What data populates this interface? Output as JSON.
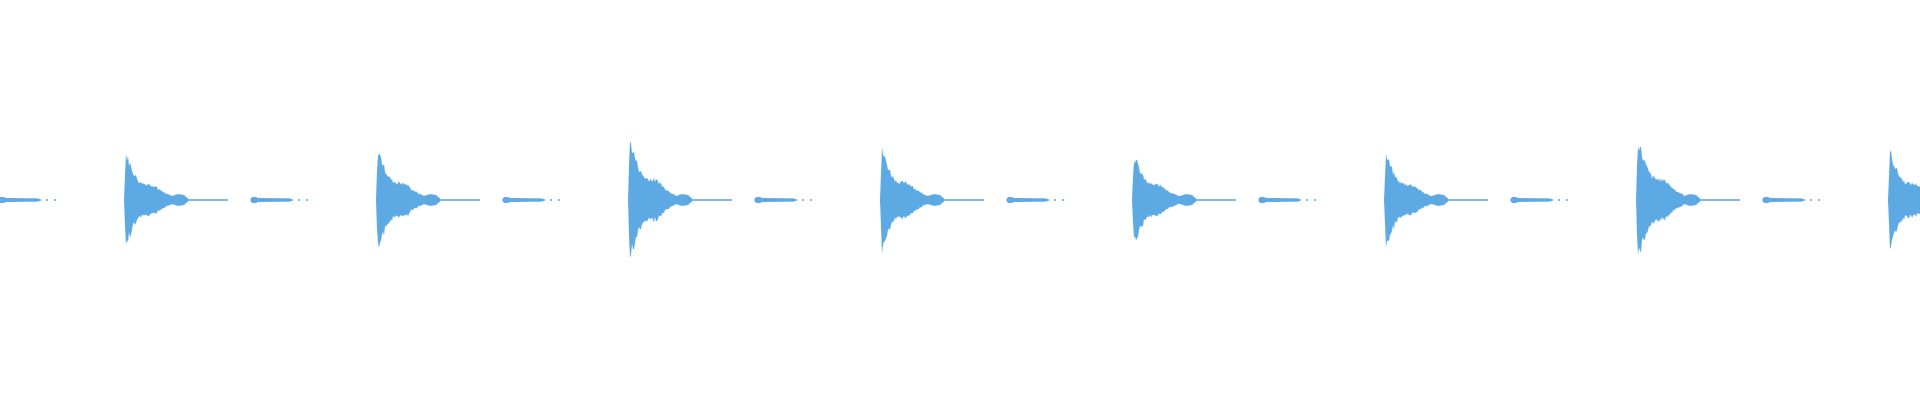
{
  "waveform": {
    "color": "#5DA9E3",
    "background": "#ffffff",
    "beats": [
      {
        "index": 0,
        "amplitude": 0.36,
        "partial": true
      },
      {
        "index": 1,
        "amplitude": 0.78
      },
      {
        "index": 2,
        "amplitude": 0.84
      },
      {
        "index": 3,
        "amplitude": 1.0
      },
      {
        "index": 4,
        "amplitude": 0.84
      },
      {
        "index": 5,
        "amplitude": 0.74
      },
      {
        "index": 6,
        "amplitude": 0.76
      },
      {
        "index": 7,
        "amplitude": 1.0
      },
      {
        "index": 8,
        "amplitude": 0.8,
        "partial": true
      }
    ]
  }
}
